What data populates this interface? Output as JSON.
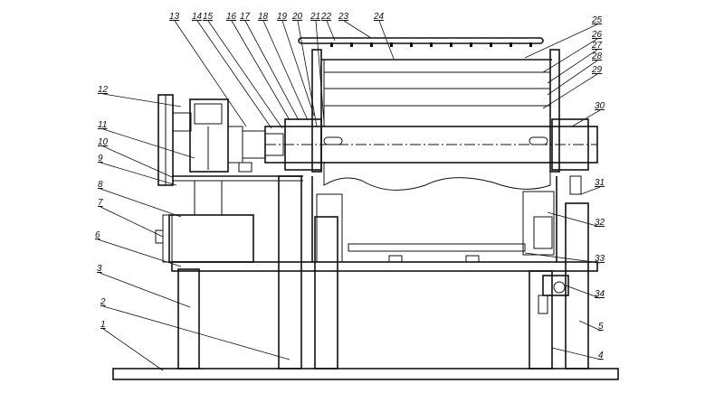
{
  "drawing": {
    "title": "Drum washer assembly drawing",
    "callouts": [
      "1",
      "2",
      "3",
      "4",
      "5",
      "6",
      "7",
      "8",
      "9",
      "10",
      "11",
      "12",
      "13",
      "14",
      "15",
      "16",
      "17",
      "18",
      "19",
      "20",
      "21",
      "22",
      "23",
      "24",
      "25",
      "26",
      "27",
      "28",
      "29",
      "30",
      "31",
      "32",
      "33",
      "34"
    ]
  }
}
